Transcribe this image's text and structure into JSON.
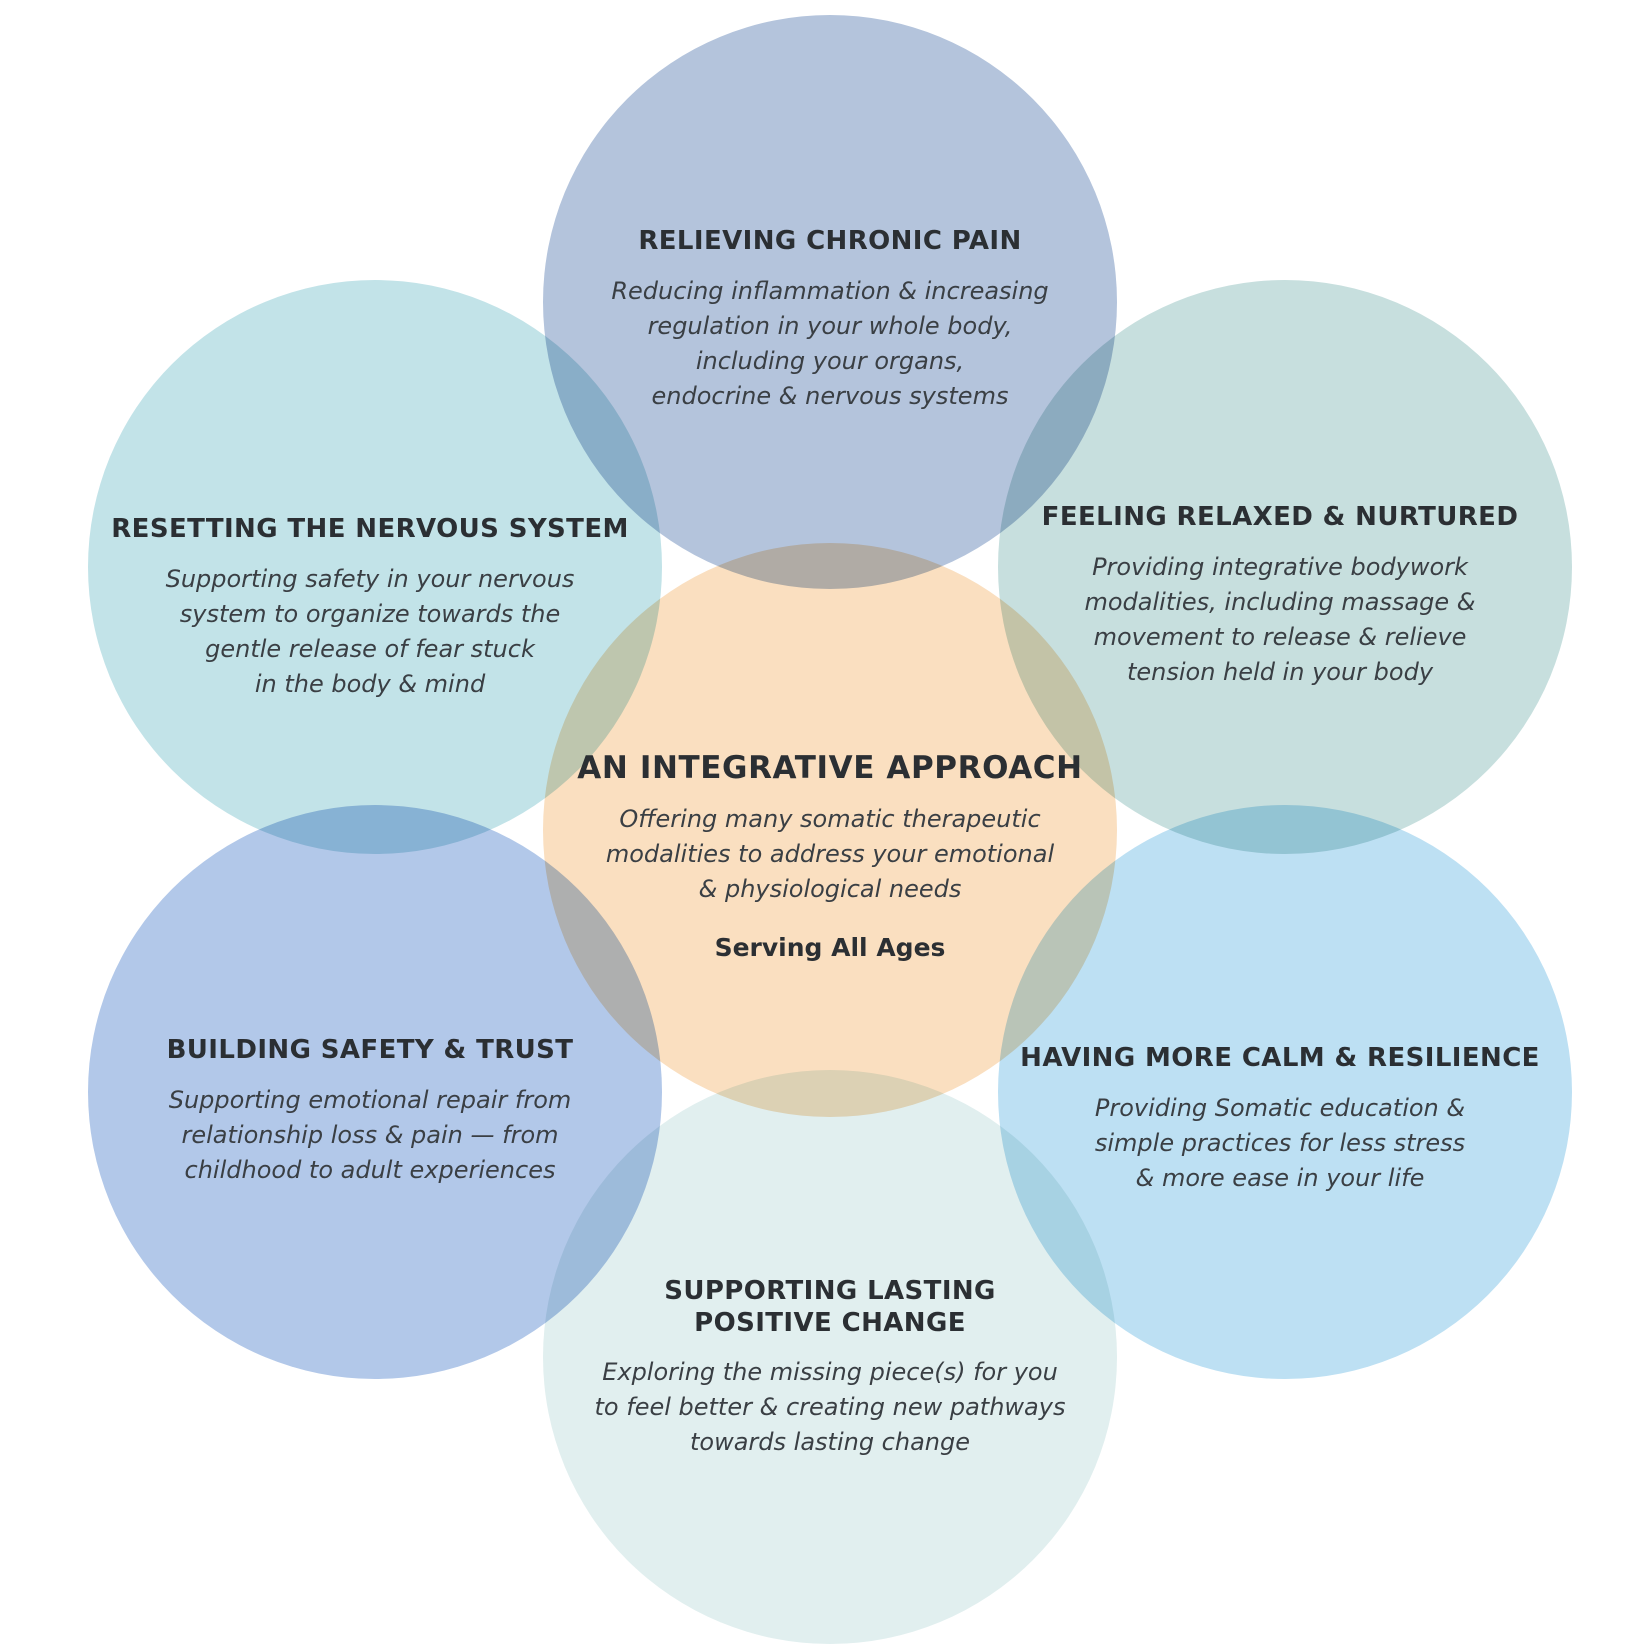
{
  "colors": {
    "top": "#b4c4dc",
    "left": "#c2e3e8",
    "right": "#c7dfde",
    "center": "#fadfc0",
    "bottom_left": "#b2c8e9",
    "bottom_right": "#bde0f3",
    "bottom": "#e1efef",
    "title_text": "#2b2f33",
    "body_text": "#3a3f44"
  },
  "nodes": {
    "top": {
      "title": "RELIEVING CHRONIC PAIN",
      "description": "Reducing inflammation & increasing\nregulation in your whole body,\nincluding your organs,\nendocrine & nervous systems"
    },
    "left": {
      "title": "RESETTING THE NERVOUS SYSTEM",
      "description": "Supporting safety in your nervous\nsystem to organize towards the\ngentle release of fear stuck\nin the body & mind"
    },
    "right": {
      "title": "FEELING RELAXED & NURTURED",
      "description": "Providing integrative bodywork\nmodalities, including massage &\nmovement to release & relieve\ntension held in your body"
    },
    "center": {
      "title": "AN INTEGRATIVE APPROACH",
      "description": "Offering many somatic therapeutic\nmodalities to address your emotional\n& physiological needs",
      "tagline": "Serving All Ages"
    },
    "bottom_left": {
      "title": "BUILDING SAFETY & TRUST",
      "description": "Supporting emotional repair from\nrelationship loss & pain — from\nchildhood to adult experiences"
    },
    "bottom_right": {
      "title": "HAVING MORE CALM & RESILIENCE",
      "description": "Providing Somatic education &\nsimple practices for less stress\n& more ease in your life"
    },
    "bottom": {
      "title": "SUPPORTING LASTING\nPOSITIVE CHANGE",
      "description": "Exploring the missing piece(s) for you\nto feel better & creating new pathways\ntowards lasting change"
    }
  }
}
